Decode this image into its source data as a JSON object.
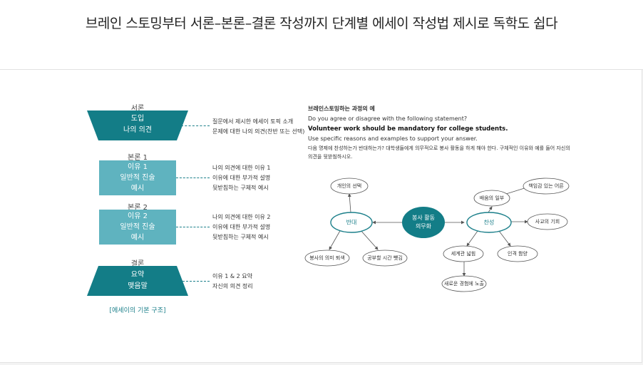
{
  "headline": "브레인 스토밍부터 서론–본론–결론 작성까지 단계별 에세이 작성법 제시로 독학도 쉽다",
  "structure": {
    "intro": {
      "section": "서론",
      "lines": [
        "도입",
        "나의 의견"
      ],
      "notes": [
        "질문에서 제시한 에세이 토픽 소개",
        "문제에 대한 나의 의견(찬반 또는 선택)"
      ]
    },
    "body1": {
      "section": "본론 1",
      "lines": [
        "이유 1",
        "일반적 진술",
        "예시"
      ],
      "notes": [
        "나의 의견에 대한 이유 1",
        "이유에 대한 부가적 설명",
        "뒷받침하는 구체적 예시"
      ]
    },
    "body2": {
      "section": "본론 2",
      "lines": [
        "이유 2",
        "일반적 진술",
        "예시"
      ],
      "notes": [
        "나의 의견에 대한 이유 2",
        "이유에 대한 부가적 설명",
        "뒷받침하는 구체적 예시"
      ]
    },
    "conclusion": {
      "section": "결론",
      "lines": [
        "요약",
        "맺음말"
      ],
      "notes": [
        "이유 1 & 2 요약",
        "자신의 의견 정리"
      ]
    },
    "caption": "[에세이의 기본 구조]"
  },
  "example": {
    "title": "브레인스토밍하는 과정의 예",
    "question": "Do you agree or disagree with the following statement?",
    "statement": "Volunteer work should be mandatory for college students.",
    "instruction": "Use specific reasons and examples to support your answer.",
    "korean": "다음 명제에 찬성하는가 반대하는가? 대학생들에게 의무적으로 봉사 활동을 하게 해야 한다. 구체적인 이유와 예를 들어 자신의 의견을 뒷받침하시오."
  },
  "mindmap": {
    "center": [
      "봉사 활동",
      "의무화"
    ],
    "against": "반대",
    "for": "찬성",
    "against_nodes": {
      "top": "개인의 선택",
      "left": "봉사의 의미 퇴색",
      "right": "공부할 시간 뺏김"
    },
    "for_nodes": {
      "duty": "배움의 일부",
      "responsibility": "책임감 있는 어른",
      "social": "사교의 기회",
      "world": "세계관 넓힘",
      "character": "인격 함양",
      "experience": "새로운 경험에 노출"
    }
  },
  "colors": {
    "teal_dark": "#137d87",
    "teal_light": "#5fb3bf",
    "teal_line": "#1b7f8a"
  }
}
